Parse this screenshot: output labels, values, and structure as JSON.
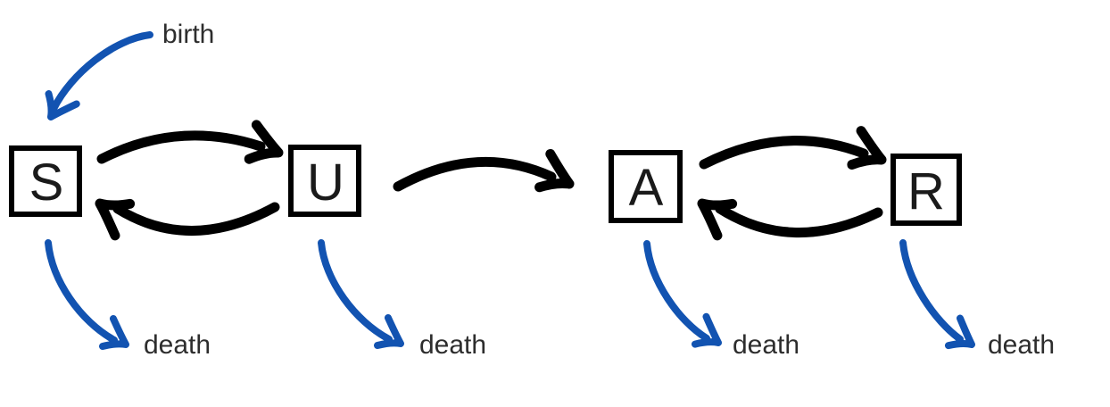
{
  "diagram": {
    "type": "compartmental-flow-model",
    "nodes": [
      {
        "id": "S",
        "label": "S"
      },
      {
        "id": "U",
        "label": "U"
      },
      {
        "id": "A",
        "label": "A"
      },
      {
        "id": "R",
        "label": "R"
      }
    ],
    "external_labels": {
      "birth": "birth",
      "death": "death"
    },
    "edges": [
      {
        "from": "birth",
        "to": "S",
        "style": "vital"
      },
      {
        "from": "S",
        "to": "U",
        "style": "flow"
      },
      {
        "from": "U",
        "to": "S",
        "style": "flow"
      },
      {
        "from": "U",
        "to": "A",
        "style": "flow"
      },
      {
        "from": "A",
        "to": "R",
        "style": "flow"
      },
      {
        "from": "R",
        "to": "A",
        "style": "flow"
      },
      {
        "from": "S",
        "to": "death",
        "style": "vital"
      },
      {
        "from": "U",
        "to": "death",
        "style": "vital"
      },
      {
        "from": "A",
        "to": "death",
        "style": "vital"
      },
      {
        "from": "R",
        "to": "death",
        "style": "vital"
      }
    ],
    "colors": {
      "flow_arrow": "#000000",
      "vital_arrow": "#1253b1",
      "label_text": "#2d2d2d",
      "node_border": "#000000",
      "node_text": "#1a1a1a",
      "background": "#ffffff"
    }
  }
}
